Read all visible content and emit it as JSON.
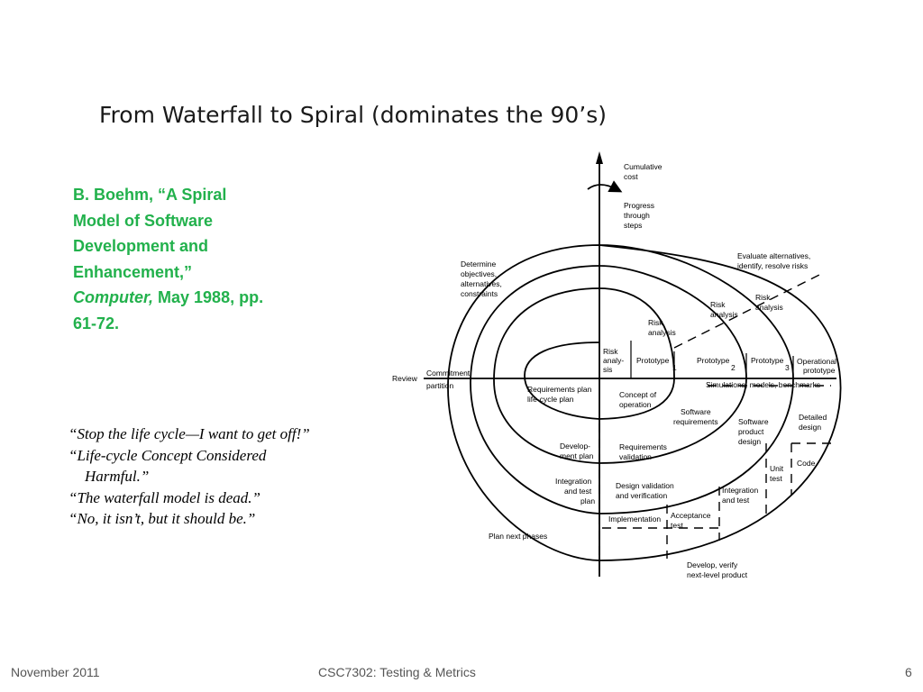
{
  "slide": {
    "title": "From Waterfall to Spiral (dominates the 90’s)",
    "citation": {
      "line1": "B. Boehm, “A Spiral",
      "line2": "Model of Software",
      "line3": "Development and",
      "line4": "Enhancement,”",
      "journal": "Computer,",
      "line5_rest": " May 1988, pp.",
      "line6": "61-72."
    },
    "quotes": [
      "“Stop the life cycle—I want to get off!”",
      "“Life-cycle Concept Considered",
      "Harmful.”",
      "“The waterfall model is dead.”",
      "“No, it isn’t, but it should be.”"
    ],
    "footer": {
      "date": "November 2011",
      "course": "CSC7302: Testing & Metrics",
      "page": "6"
    }
  },
  "diagram": {
    "cumulative_cost": [
      "Cumulative",
      "cost"
    ],
    "progress": [
      "Progress",
      "through",
      "steps"
    ],
    "determine": [
      "Determine",
      "objectives,",
      "alternatives,",
      "constraints"
    ],
    "evaluate": [
      "Evaluate alternatives,",
      "identify, resolve risks"
    ],
    "risk_analysis_outer": [
      "Risk",
      "analysis"
    ],
    "risk_analysis_2": [
      "Risk",
      "analysis"
    ],
    "risk_analysis_3": [
      "Risk",
      "analysis"
    ],
    "risk_analysis_inner": [
      "Risk",
      "analy-",
      "sis"
    ],
    "prototype1": "Prototype",
    "prototype2": "Prototype",
    "prototype3": "Prototype",
    "num1": "1",
    "num2": "2",
    "num3": "3",
    "operational_prototype": [
      "Operational",
      "prototype"
    ],
    "review": "Review",
    "commitment": [
      "Commitment",
      "partition"
    ],
    "simulations": "Simulations, models, benchmarks",
    "requirements_plan": [
      "Requirements plan",
      "life-cycle plan"
    ],
    "concept": [
      "Concept of",
      "operation"
    ],
    "software_requirements": [
      "Software",
      "requirements"
    ],
    "software_product_design": [
      "Software",
      "product",
      "design"
    ],
    "detailed_design": [
      "Detailed",
      "design"
    ],
    "development_plan": [
      "Develop-",
      "ment plan"
    ],
    "requirements_validation": [
      "Requirements",
      "validation"
    ],
    "code": "Code",
    "unit_test": [
      "Unit",
      "test"
    ],
    "integration_test_plan": [
      "Integration",
      "and test",
      "plan"
    ],
    "design_validation": [
      "Design validation",
      "and verification"
    ],
    "integration_test": [
      "Integration",
      "and test"
    ],
    "implementation": "Implementation",
    "acceptance_test": [
      "Acceptance",
      "test"
    ],
    "plan_next": "Plan next phases",
    "develop_verify": [
      "Develop, verify",
      "next-level product"
    ]
  }
}
